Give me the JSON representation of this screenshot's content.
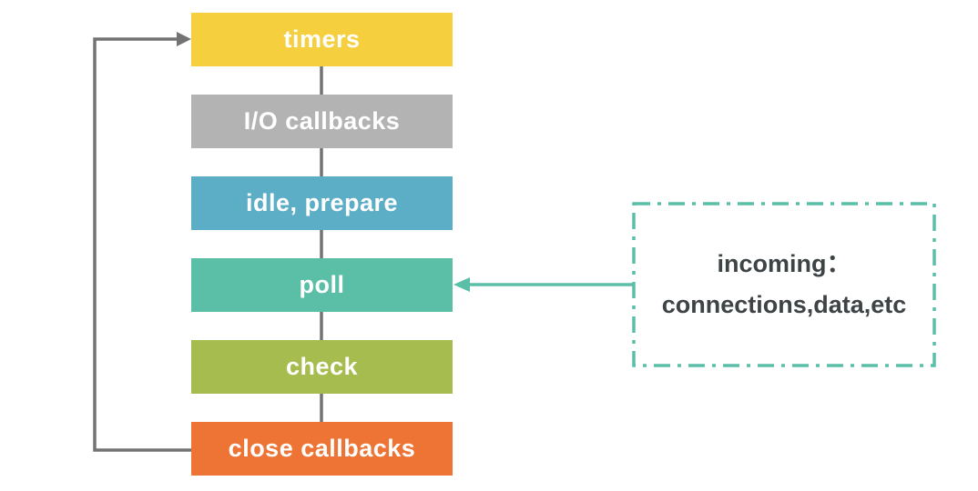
{
  "diagram": {
    "phases": [
      {
        "label": "timers",
        "color": "#f5cf3d"
      },
      {
        "label": "I/O callbacks",
        "color": "#b3b3b3"
      },
      {
        "label": "idle, prepare",
        "color": "#5cadc6"
      },
      {
        "label": "poll",
        "color": "#5abfa6"
      },
      {
        "label": "check",
        "color": "#a7bc4f"
      },
      {
        "label": "close callbacks",
        "color": "#ed7434"
      }
    ],
    "incoming": {
      "line1": "incoming：",
      "line2": "connections,data,etc",
      "border_color": "#5bbfa7",
      "text_color": "#3e4345"
    },
    "connector_color": "#737373",
    "arrow_color": "#5bbfa7"
  }
}
